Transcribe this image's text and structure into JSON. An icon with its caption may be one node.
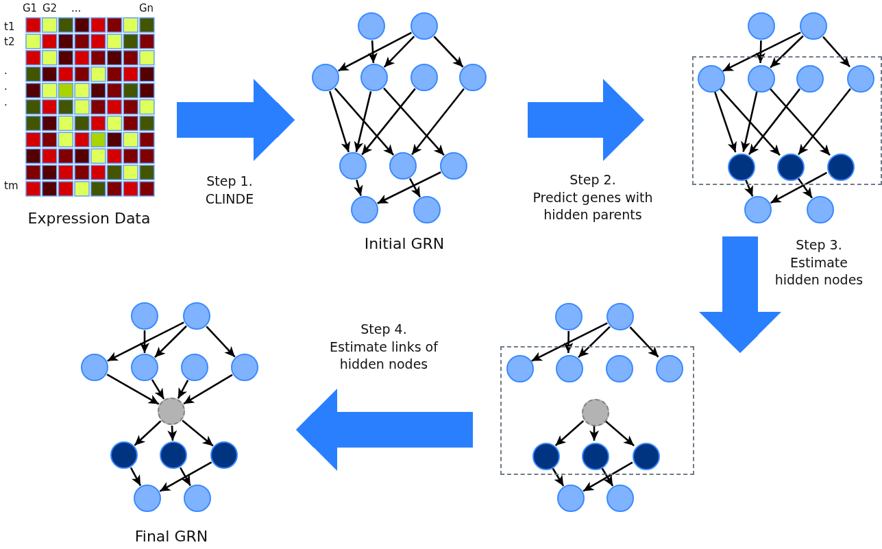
{
  "diagram": {
    "nodes": [
      {
        "text": [
          "Expression Data"
        ],
        "beside": [
          "G1",
          "G2",
          "...",
          "Gn",
          "t1",
          "t2",
          ".",
          ".",
          ".",
          "tm"
        ]
      },
      {
        "text": [
          "Initial GRN"
        ]
      },
      {
        "text": [],
        "shape": "circle",
        "in": 1
      },
      {
        "text": [],
        "shape": "circle",
        "in": 1
      },
      {
        "text": [],
        "shape": "circle",
        "in": 1
      },
      {
        "text": [],
        "shape": "circle",
        "in": 1
      },
      {
        "text": [],
        "shape": "circle",
        "in": 1
      },
      {
        "text": [],
        "shape": "circle",
        "in": 1
      },
      {
        "text": [],
        "shape": "circle",
        "in": 1
      },
      {
        "text": [],
        "shape": "circle",
        "in": 1
      },
      {
        "text": [],
        "shape": "circle",
        "in": 1
      },
      {
        "text": [],
        "shape": "circle",
        "in": 1
      },
      {
        "text": [],
        "shape": "circle",
        "in": 1
      },
      {
        "text": [],
        "shape": "picture"
      },
      {
        "text": [],
        "shape": "circle",
        "in": 13
      },
      {
        "text": [],
        "shape": "circle",
        "in": 13
      },
      {
        "text": [],
        "shape": "box",
        "in": 13
      },
      {
        "text": [],
        "shape": "circle",
        "in": 16
      },
      {
        "text": [],
        "shape": "circle",
        "in": 16
      },
      {
        "text": [],
        "shape": "circle",
        "in": 16
      },
      {
        "text": [],
        "shape": "circle",
        "in": 16
      },
      {
        "text": [],
        "shape": "circle",
        "in": 16
      },
      {
        "text": [],
        "shape": "circle",
        "in": 16
      },
      {
        "text": [],
        "shape": "circle",
        "in": 16
      },
      {
        "text": [],
        "shape": "circle",
        "in": 13
      },
      {
        "text": [],
        "shape": "circle",
        "in": 13
      },
      {
        "text": [
          "Final GRN"
        ]
      },
      {
        "text": [],
        "shape": "circle",
        "in": 26
      },
      {
        "text": [],
        "shape": "circle",
        "in": 26
      },
      {
        "text": [],
        "shape": "circle",
        "in": 26
      },
      {
        "text": [],
        "shape": "circle",
        "in": 26
      },
      {
        "text": [],
        "shape": "circle",
        "in": 26
      },
      {
        "text": [],
        "shape": "circle",
        "in": 26
      },
      {
        "text": [],
        "shape": "circle",
        "in": 26
      },
      {
        "text": [],
        "shape": "circle",
        "in": 26
      },
      {
        "text": [],
        "shape": "circle",
        "in": 26
      },
      {
        "text": [],
        "shape": "circle",
        "in": 26
      },
      {
        "text": [],
        "shape": "circle",
        "in": 26
      },
      {
        "text": [],
        "shape": "circle",
        "in": 26
      },
      {
        "text": [],
        "shape": "picture"
      },
      {
        "text": [],
        "shape": "circle",
        "in": 39
      },
      {
        "text": [],
        "shape": "circle",
        "in": 39
      },
      {
        "text": [],
        "shape": "box",
        "in": 39
      },
      {
        "text": [],
        "shape": "circle",
        "in": 42
      },
      {
        "text": [],
        "shape": "circle",
        "in": 42
      },
      {
        "text": [],
        "shape": "circle",
        "in": 42
      },
      {
        "text": [],
        "shape": "circle",
        "in": 42
      },
      {
        "text": [],
        "shape": "circle",
        "in": 42
      },
      {
        "text": [],
        "shape": "circle",
        "in": 42
      },
      {
        "text": [],
        "shape": "circle",
        "in": 42
      },
      {
        "text": [],
        "shape": "circle",
        "in": 42
      },
      {
        "text": [],
        "shape": "circle",
        "in": 39
      },
      {
        "text": [],
        "shape": "circle",
        "in": 39
      }
    ],
    "edges": [
      {
        "from": 0,
        "to": 1,
        "arrow": "to",
        "label": "Step 1. CLINDE",
        "style": "thick",
        "color": "#2a7fff"
      },
      {
        "from": 1,
        "to": 13,
        "arrow": "to",
        "label": "Step 2. Predict genes with hidden parents",
        "style": "thick",
        "color": "#2a7fff"
      },
      {
        "from": 13,
        "to": 39,
        "arrow": "to",
        "label": "Step 3. Estimate hidden nodes",
        "style": "thick",
        "color": "#2a7fff"
      },
      {
        "from": 39,
        "to": 26,
        "arrow": "to",
        "label": "Step 4. Estimate links of hidden nodes",
        "style": "thick",
        "color": "#2a7fff"
      },
      {
        "from": 2,
        "to": 5,
        "arrow": "to"
      },
      {
        "from": 3,
        "to": 4,
        "arrow": "to"
      },
      {
        "from": 3,
        "to": 5,
        "arrow": "to"
      },
      {
        "from": 3,
        "to": 7,
        "arrow": "to"
      },
      {
        "from": 4,
        "to": 8,
        "arrow": "to"
      },
      {
        "from": 4,
        "to": 9,
        "arrow": "to"
      },
      {
        "from": 5,
        "to": 8,
        "arrow": "to"
      },
      {
        "from": 5,
        "to": 10,
        "arrow": "to"
      },
      {
        "from": 6,
        "to": 8,
        "arrow": "to"
      },
      {
        "from": 7,
        "to": 9,
        "arrow": "to"
      },
      {
        "from": 8,
        "to": 11,
        "arrow": "to"
      },
      {
        "from": 10,
        "to": 11,
        "arrow": "to"
      },
      {
        "from": 9,
        "to": 12,
        "arrow": "to"
      },
      {
        "from": 14,
        "to": 18,
        "arrow": "to"
      },
      {
        "from": 15,
        "to": 17,
        "arrow": "to"
      },
      {
        "from": 15,
        "to": 18,
        "arrow": "to"
      },
      {
        "from": 15,
        "to": 20,
        "arrow": "to"
      },
      {
        "from": 17,
        "to": 21,
        "arrow": "to"
      },
      {
        "from": 17,
        "to": 22,
        "arrow": "to"
      },
      {
        "from": 18,
        "to": 21,
        "arrow": "to"
      },
      {
        "from": 18,
        "to": 23,
        "arrow": "to"
      },
      {
        "from": 19,
        "to": 21,
        "arrow": "to"
      },
      {
        "from": 20,
        "to": 22,
        "arrow": "to"
      },
      {
        "from": 21,
        "to": 24,
        "arrow": "to"
      },
      {
        "from": 23,
        "to": 24,
        "arrow": "to"
      },
      {
        "from": 22,
        "to": 25,
        "arrow": "to"
      },
      {
        "from": 27,
        "to": 30,
        "arrow": "to"
      },
      {
        "from": 28,
        "to": 29,
        "arrow": "to"
      },
      {
        "from": 28,
        "to": 30,
        "arrow": "to"
      },
      {
        "from": 28,
        "to": 32,
        "arrow": "to"
      },
      {
        "from": 29,
        "to": 33,
        "arrow": "to"
      },
      {
        "from": 30,
        "to": 33,
        "arrow": "to"
      },
      {
        "from": 31,
        "to": 33,
        "arrow": "to"
      },
      {
        "from": 32,
        "to": 33,
        "arrow": "to"
      },
      {
        "from": 33,
        "to": 34,
        "arrow": "to"
      },
      {
        "from": 33,
        "to": 35,
        "arrow": "to"
      },
      {
        "from": 33,
        "to": 36,
        "arrow": "to"
      },
      {
        "from": 34,
        "to": 37,
        "arrow": "to"
      },
      {
        "from": 35,
        "to": 38,
        "arrow": "to"
      },
      {
        "from": 36,
        "to": 37,
        "arrow": "to"
      },
      {
        "from": 40,
        "to": 44,
        "arrow": "to"
      },
      {
        "from": 41,
        "to": 43,
        "arrow": "to"
      },
      {
        "from": 41,
        "to": 44,
        "arrow": "to"
      },
      {
        "from": 41,
        "to": 46,
        "arrow": "to"
      },
      {
        "from": 47,
        "to": 48,
        "arrow": "to"
      },
      {
        "from": 47,
        "to": 49,
        "arrow": "to"
      },
      {
        "from": 47,
        "to": 50,
        "arrow": "to"
      },
      {
        "from": 48,
        "to": 51,
        "arrow": "to"
      },
      {
        "from": 49,
        "to": 52,
        "arrow": "to"
      },
      {
        "from": 50,
        "to": 51,
        "arrow": "to"
      }
    ]
  }
}
